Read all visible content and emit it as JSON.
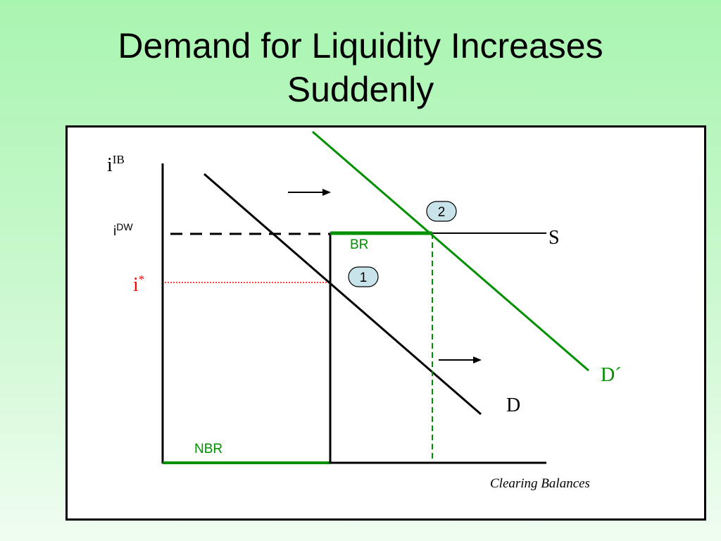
{
  "slide": {
    "title_line1": "Demand for Liquidity Increases",
    "title_line2": "Suddenly"
  },
  "diagram": {
    "y_axis_label": "i",
    "y_axis_label_sup": "IB",
    "dw_rate_label": "i",
    "dw_rate_label_sup": "DW",
    "equilibrium_rate_label": "i",
    "equilibrium_rate_label_sup": "*",
    "supply_label": "S",
    "demand_label": "D",
    "new_demand_label": "D´",
    "br_label": "BR",
    "nbr_label": "NBR",
    "x_axis_label": "Clearing Balances",
    "point_1": "1",
    "point_2": "2"
  },
  "colors": {
    "green": "#009000",
    "red": "#ff0000",
    "black": "#000000",
    "badge_fill": "#c8e4ea"
  }
}
